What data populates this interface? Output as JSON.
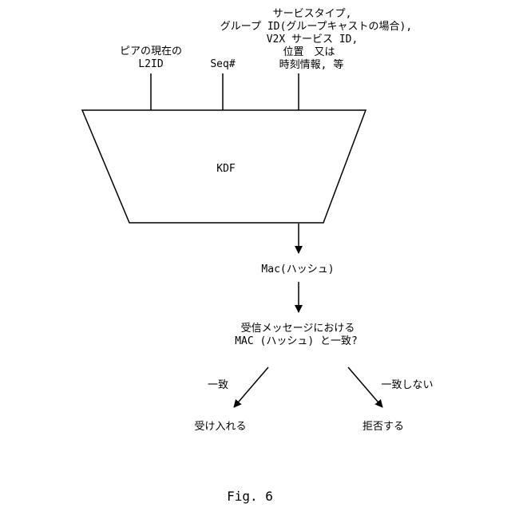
{
  "inputs": {
    "peer": {
      "line1": "ピアの現在の",
      "line2": "L2ID"
    },
    "seq": {
      "line1": "Seq#"
    },
    "service": {
      "line1": "サービスタイプ,",
      "line2": "グループ ID(グループキャストの場合),",
      "line3": "V2X サービス ID,",
      "line4": "位置　又は",
      "line5": "時刻情報, 等"
    }
  },
  "kdf": {
    "label": "KDF"
  },
  "mac": {
    "label": "Mac(ハッシュ)"
  },
  "question": {
    "line1": "受信メッセージにおける",
    "line2": "MAC (ハッシュ) と一致?"
  },
  "branches": {
    "match": {
      "condition": "一致",
      "result": "受け入れる"
    },
    "nomatch": {
      "condition": "一致しない",
      "result": "拒否する"
    }
  },
  "figure": {
    "label": "Fig. 6"
  }
}
